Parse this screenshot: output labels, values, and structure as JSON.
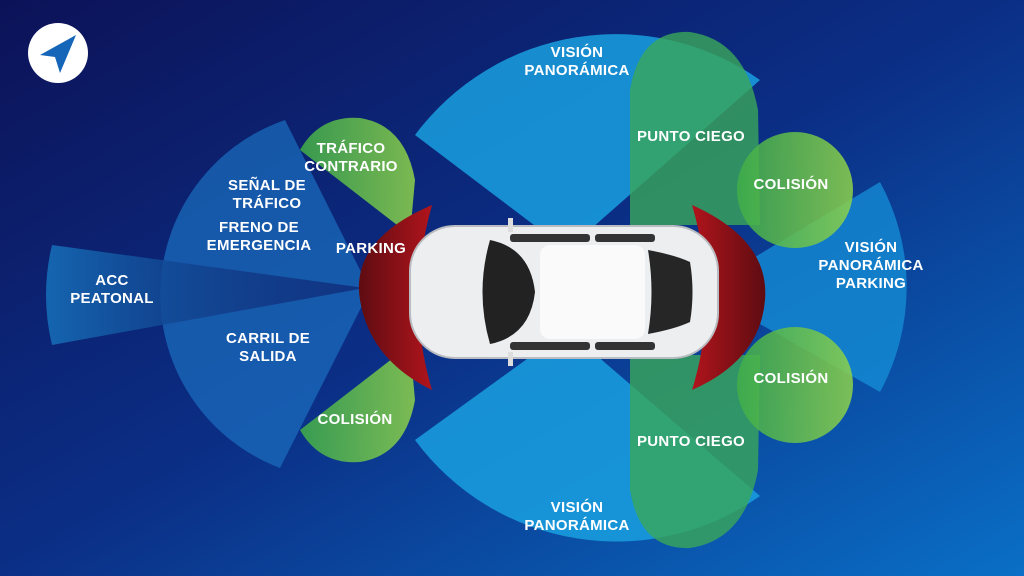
{
  "colors": {
    "background_dark": "#0c1560",
    "background_light": "#0a6cc4",
    "blue_zone": "#1b8fd6",
    "green_zone": "#6cc644",
    "red_zone": "#9b1016"
  },
  "logo": {
    "icon": "navigation-arrow-icon"
  },
  "labels": {
    "acc": "ACC\nPEATONAL",
    "signal": "SEÑAL DE\nTRÁFICO",
    "brake": "FRENO DE\nEMERGENCIA",
    "lane": "CARRIL DE\nSALIDA",
    "cross_traffic": "TRÁFICO\nCONTRARIO",
    "parking": "PARKING",
    "collision_front": "COLISIÓN",
    "panoramic_top": "VISIÓN\nPANORÁMICA",
    "panoramic_bottom": "VISIÓN\nPANORÁMICA",
    "blind_spot_top": "PUNTO CIEGO",
    "blind_spot_bottom": "PUNTO CIEGO",
    "collision_rear_top": "COLISIÓN",
    "collision_rear_bottom": "COLISIÓN",
    "panoramic_parking": "VISIÓN\nPANORÁMICA\nPARKING"
  }
}
